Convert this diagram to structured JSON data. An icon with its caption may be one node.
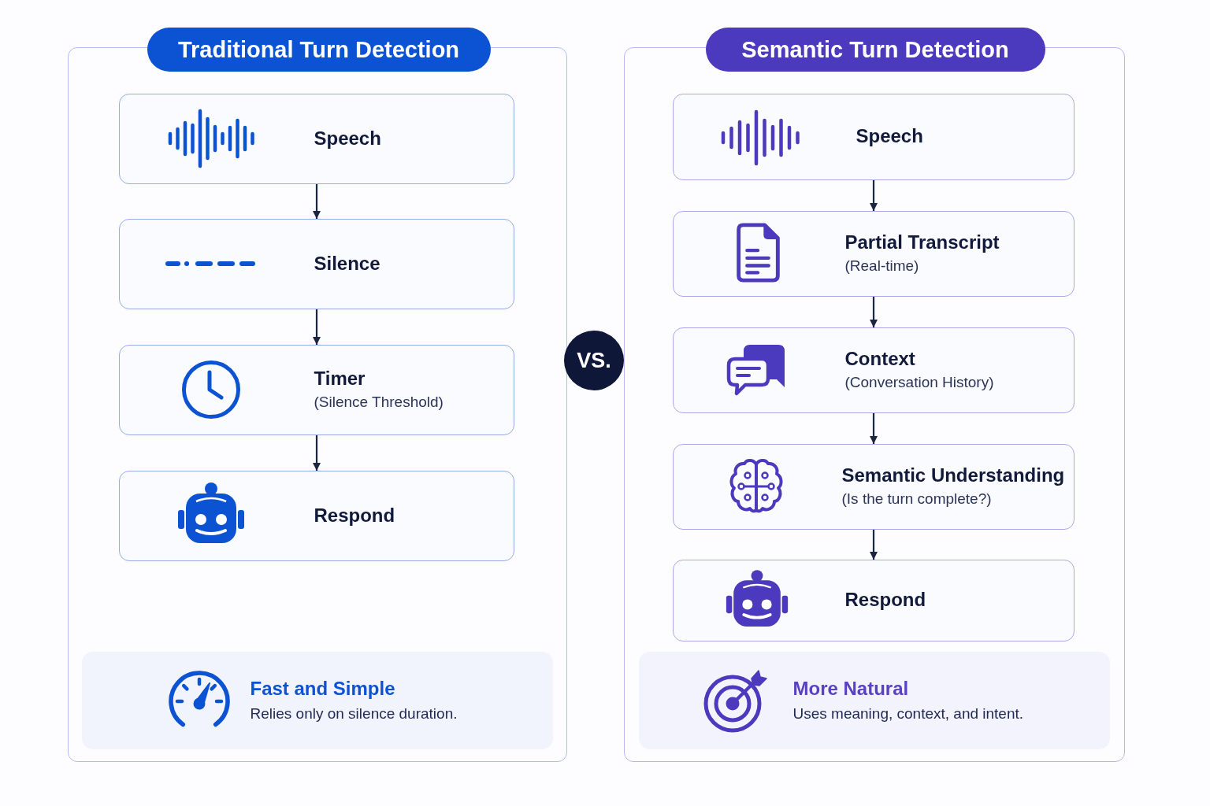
{
  "diagram": {
    "nodes": [
      {
        "text": [
          "Traditional Turn Detection"
        ]
      },
      {
        "text": [
          "Speech"
        ],
        "in": 0
      },
      {
        "text": [
          "Silence"
        ],
        "in": 0
      },
      {
        "text": [
          "Timer",
          "(Silence Threshold)"
        ],
        "in": 0
      },
      {
        "text": [
          "Respond"
        ],
        "in": 0
      },
      {
        "text": [
          "Fast and Simple",
          "Relies only on silence duration."
        ],
        "in": 0
      },
      {
        "text": [
          "VS."
        ]
      },
      {
        "text": [
          "Semantic Turn Detection"
        ]
      },
      {
        "text": [
          "Speech"
        ],
        "in": 7
      },
      {
        "text": [
          "Partial Transcript",
          "(Real-time)"
        ],
        "in": 7
      },
      {
        "text": [
          "Context",
          "(Conversation History)"
        ],
        "in": 7
      },
      {
        "text": [
          "Semantic Understanding",
          "(Is the turn complete?)"
        ],
        "in": 7
      },
      {
        "text": [
          "Respond"
        ],
        "in": 7
      },
      {
        "text": [
          "More Natural",
          "Uses meaning, context, and intent."
        ],
        "in": 7
      }
    ],
    "edges": [
      {
        "from": 1,
        "to": 2,
        "arrow": "to"
      },
      {
        "from": 2,
        "to": 3,
        "arrow": "to"
      },
      {
        "from": 3,
        "to": 4,
        "arrow": "to"
      },
      {
        "from": 8,
        "to": 9,
        "arrow": "to"
      },
      {
        "from": 9,
        "to": 10,
        "arrow": "to"
      },
      {
        "from": 10,
        "to": 11,
        "arrow": "to"
      },
      {
        "from": 11,
        "to": 12,
        "arrow": "to"
      }
    ]
  }
}
